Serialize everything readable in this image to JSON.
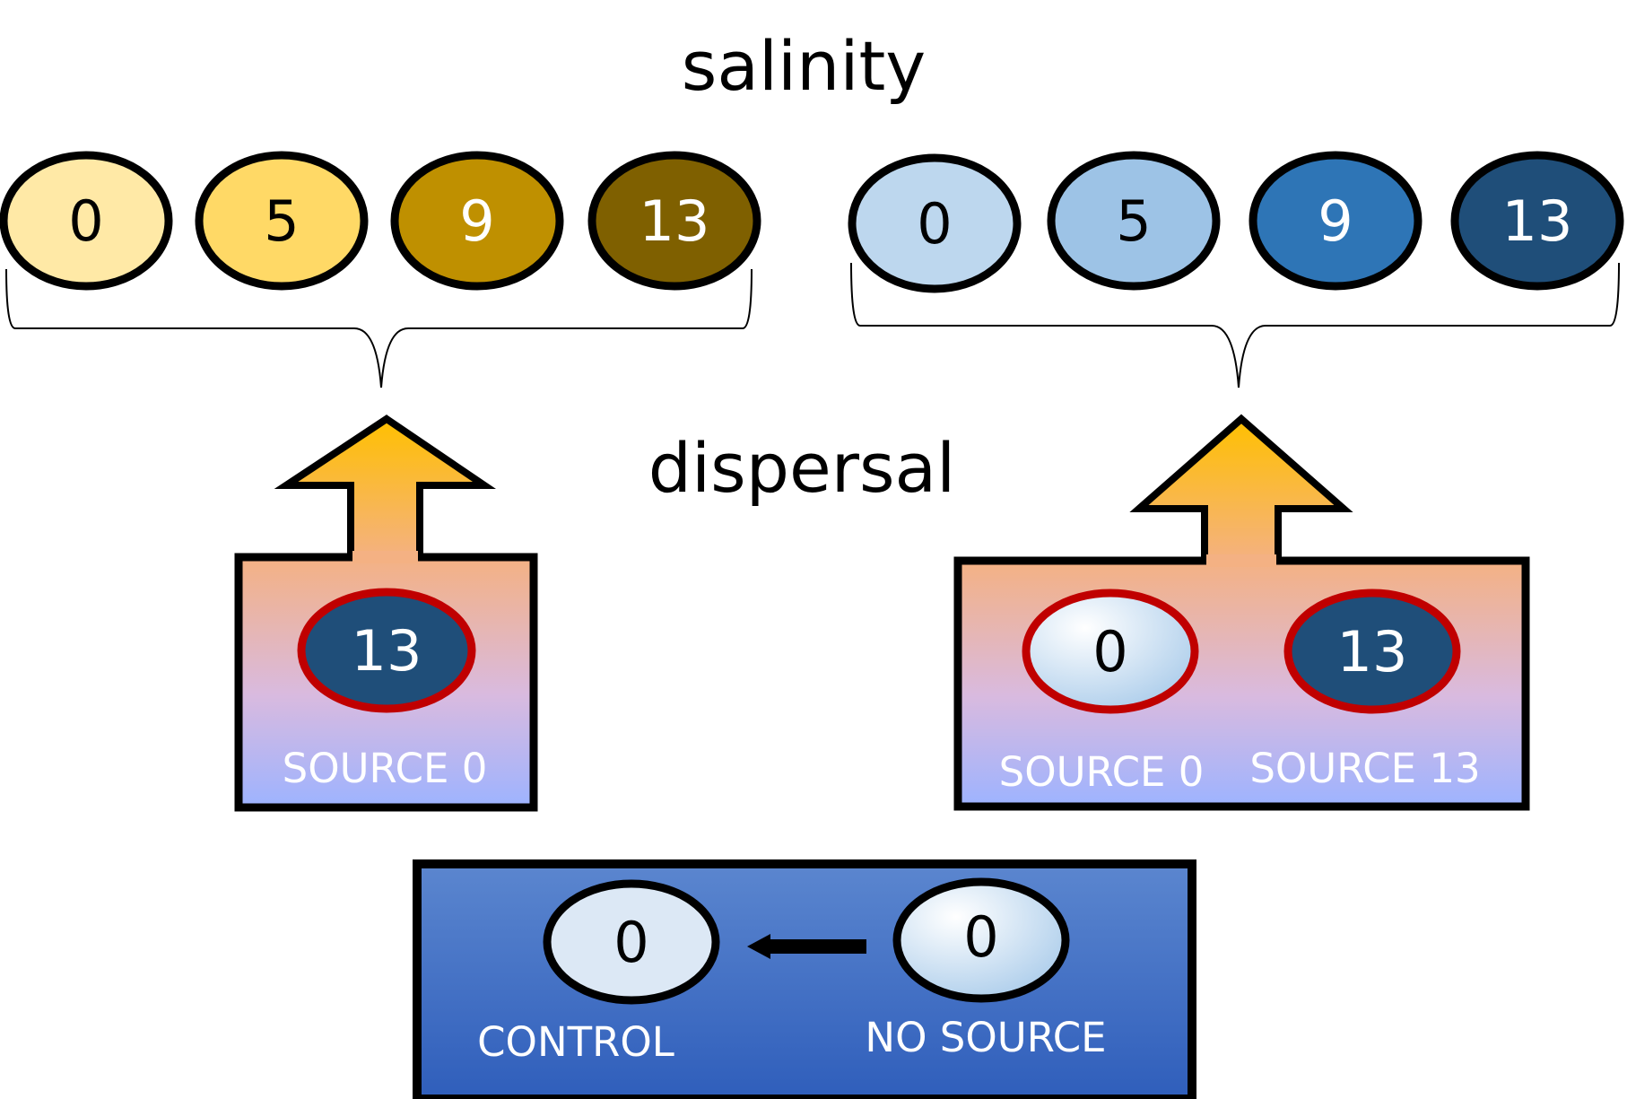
{
  "labels": {
    "salinity": "salinity",
    "dispersal": "dispersal"
  },
  "yellow_series": {
    "values": [
      "0",
      "5",
      "9",
      "13"
    ],
    "fills": [
      "#FFE9A6",
      "#FFD966",
      "#BF9000",
      "#7F6000"
    ],
    "text_colors": [
      "#000000",
      "#000000",
      "#ffffff",
      "#ffffff"
    ]
  },
  "blue_series": {
    "values": [
      "0",
      "5",
      "9",
      "13"
    ],
    "fills": [
      "#BDD7EE",
      "#9DC3E6",
      "#2E75B6",
      "#1F4E79"
    ],
    "text_colors": [
      "#000000",
      "#000000",
      "#ffffff",
      "#ffffff"
    ]
  },
  "source_box_left": {
    "oval_value": "13",
    "caption": "SOURCE 0"
  },
  "source_box_right": {
    "oval_values": [
      "0",
      "13"
    ],
    "captions": [
      "SOURCE 0",
      "SOURCE 13"
    ]
  },
  "control_box": {
    "left_value": "0",
    "left_caption": "CONTROL",
    "right_value": "0",
    "right_caption": "NO SOURCE"
  },
  "colors": {
    "outline": "#000000",
    "highlight_ring": "#C00000",
    "dark_oval": "#1F4E79",
    "arrow_top": "#FFC000",
    "arrow_bottom": "#F4B183",
    "box_top": "#F4B183",
    "box_bottom": "#9DB3FF",
    "control_top": "#5B86CF",
    "control_bottom": "#2F5EBB"
  }
}
